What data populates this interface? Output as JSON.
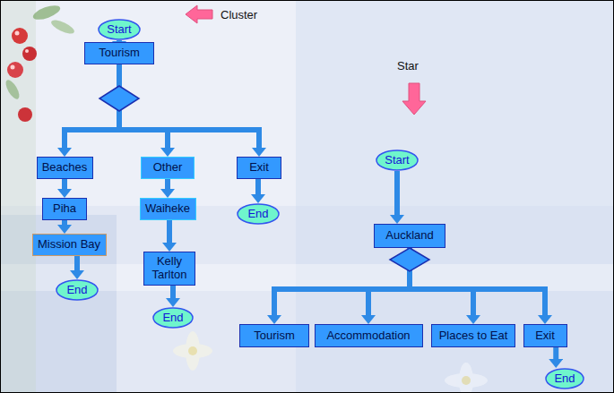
{
  "diagram": {
    "nodes": [
      {
        "text": [
          "Start"
        ]
      },
      {
        "text": [
          "Tourism"
        ]
      },
      {
        "text": [
          "Beaches"
        ]
      },
      {
        "text": [
          "Piha"
        ]
      },
      {
        "text": [
          "Mission Bay"
        ]
      },
      {
        "text": [
          "End"
        ]
      },
      {
        "text": [
          "Other"
        ]
      },
      {
        "text": [
          "Waiheke"
        ]
      },
      {
        "text": [
          "Kelly Tarlton"
        ]
      },
      {
        "text": [
          "End"
        ]
      },
      {
        "text": [
          "Exit"
        ]
      },
      {
        "text": [
          "End"
        ]
      },
      {
        "text": [
          "Start"
        ]
      },
      {
        "text": [
          "Auckland"
        ]
      },
      {
        "text": [
          "Tourism"
        ]
      },
      {
        "text": [
          "Accommodation"
        ]
      },
      {
        "text": [
          "Places to Eat"
        ]
      },
      {
        "text": [
          "Exit"
        ]
      },
      {
        "text": [
          "End"
        ]
      }
    ],
    "edges": [
      {
        "from": 0,
        "to": 1,
        "arrow": "to"
      },
      {
        "from": 1,
        "to": 2,
        "arrow": "to"
      },
      {
        "from": 1,
        "to": 6,
        "arrow": "to"
      },
      {
        "from": 1,
        "to": 10,
        "arrow": "to"
      },
      {
        "from": 2,
        "to": 3,
        "arrow": "to"
      },
      {
        "from": 3,
        "to": 4,
        "arrow": "to"
      },
      {
        "from": 4,
        "to": 5,
        "arrow": "to"
      },
      {
        "from": 6,
        "to": 7,
        "arrow": "to"
      },
      {
        "from": 7,
        "to": 8,
        "arrow": "to"
      },
      {
        "from": 8,
        "to": 9,
        "arrow": "to"
      },
      {
        "from": 10,
        "to": 11,
        "arrow": "to"
      },
      {
        "from": 12,
        "to": 13,
        "arrow": "to"
      },
      {
        "from": 13,
        "to": 14,
        "arrow": "to"
      },
      {
        "from": 13,
        "to": 15,
        "arrow": "to"
      },
      {
        "from": 13,
        "to": 16,
        "arrow": "to"
      },
      {
        "from": 13,
        "to": 17,
        "arrow": "to"
      },
      {
        "from": 17,
        "to": 18,
        "arrow": "to"
      }
    ],
    "labels": [
      "Cluster",
      "Star"
    ]
  }
}
